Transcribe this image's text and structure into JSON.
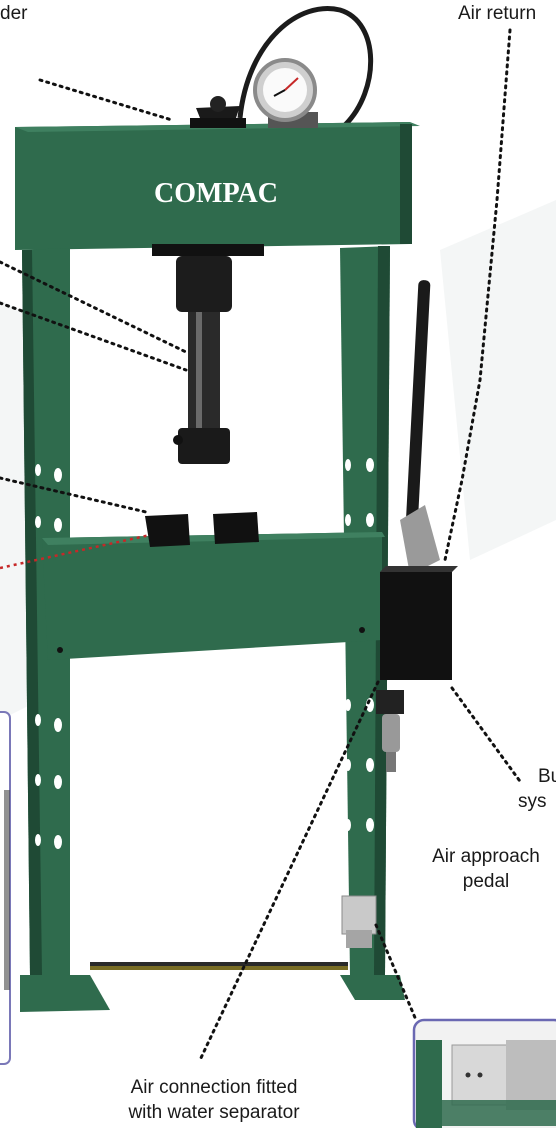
{
  "brand": {
    "logo_text": "COMPAC"
  },
  "callouts": {
    "cylinder_fragment": "der",
    "air_return": "Air return",
    "bu_fragment": "Bu",
    "sys_fragment": "sys",
    "air_approach_pedal_line1": "Air approach",
    "air_approach_pedal_line2": "pedal",
    "air_connection_line1": "Air connection fitted",
    "air_connection_line2": "with water separator"
  },
  "colors": {
    "frame_green": "#2f6b4d",
    "frame_dark": "#1f4a35",
    "leader_black": "#111111",
    "leader_red": "#c62828",
    "inset_border": "#7a78b8"
  }
}
